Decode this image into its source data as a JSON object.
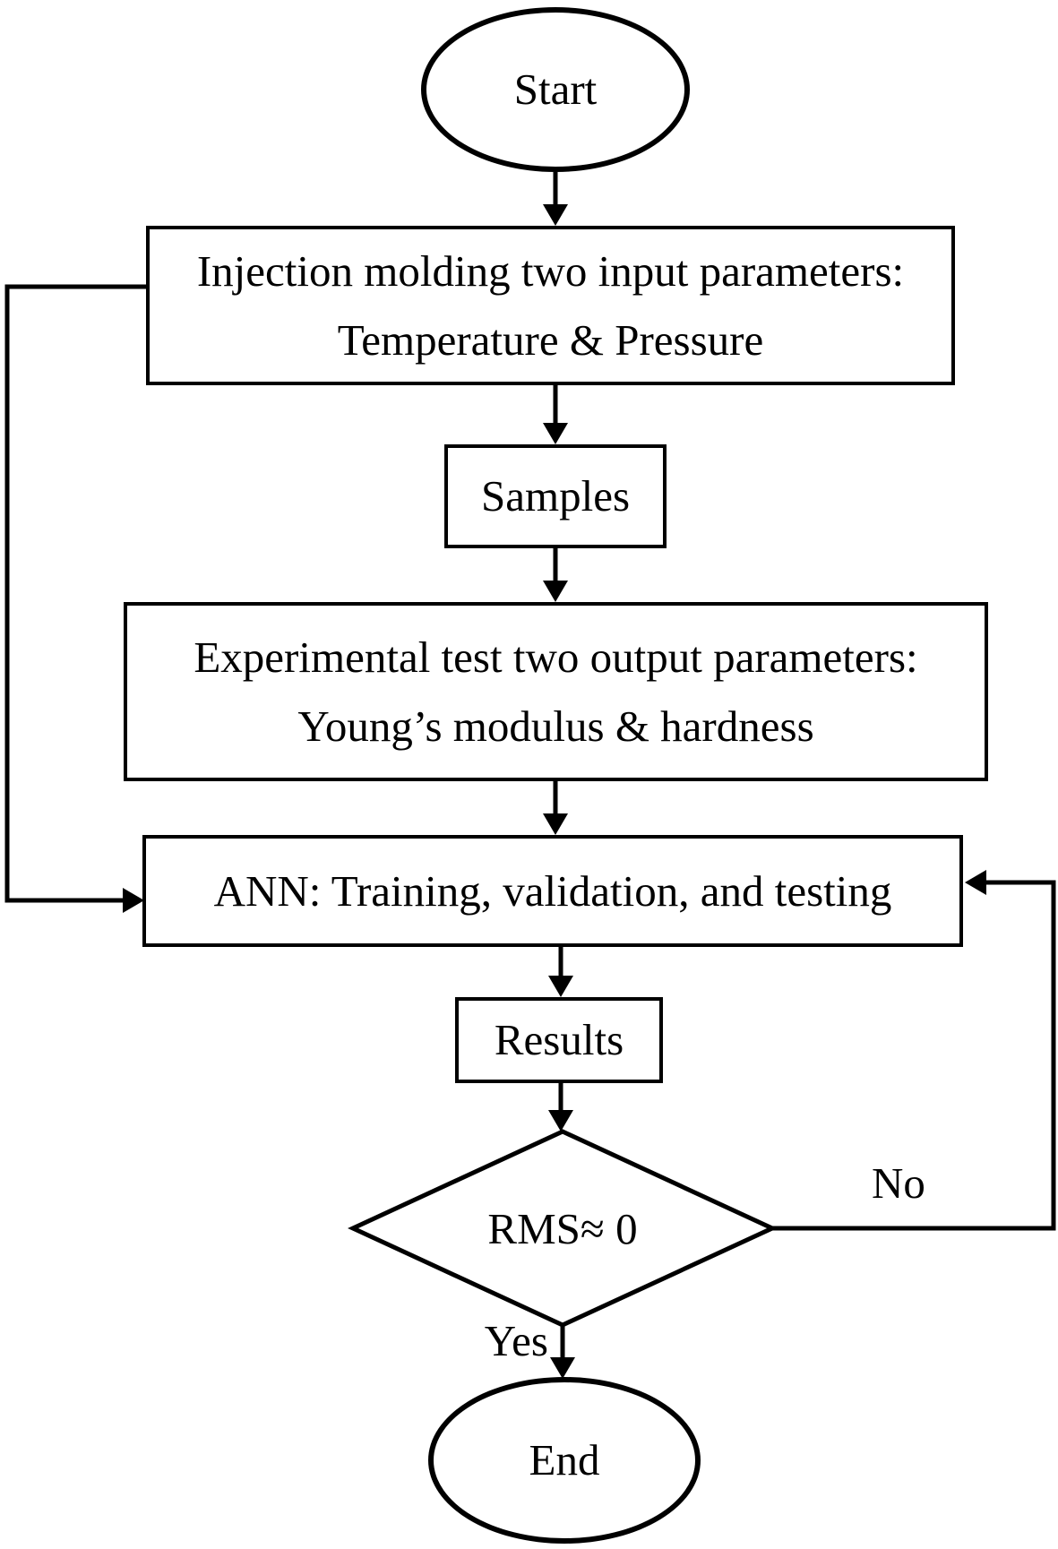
{
  "flowchart": {
    "nodes": {
      "start": {
        "label": "Start"
      },
      "injection": {
        "line1": "Injection molding two input parameters:",
        "line2": "Temperature & Pressure"
      },
      "samples": {
        "label": "Samples"
      },
      "experiment": {
        "line1": "Experimental test two output parameters:",
        "line2": "Young’s modulus & hardness"
      },
      "ann": {
        "label": "ANN: Training, validation, and testing"
      },
      "results": {
        "label": "Results"
      },
      "decision": {
        "label": "RMS≈ 0"
      },
      "end": {
        "label": "End"
      }
    },
    "branch_labels": {
      "yes": "Yes",
      "no": "No"
    },
    "colors": {
      "stroke": "#000000",
      "fill": "#ffffff",
      "text": "#000000"
    }
  }
}
